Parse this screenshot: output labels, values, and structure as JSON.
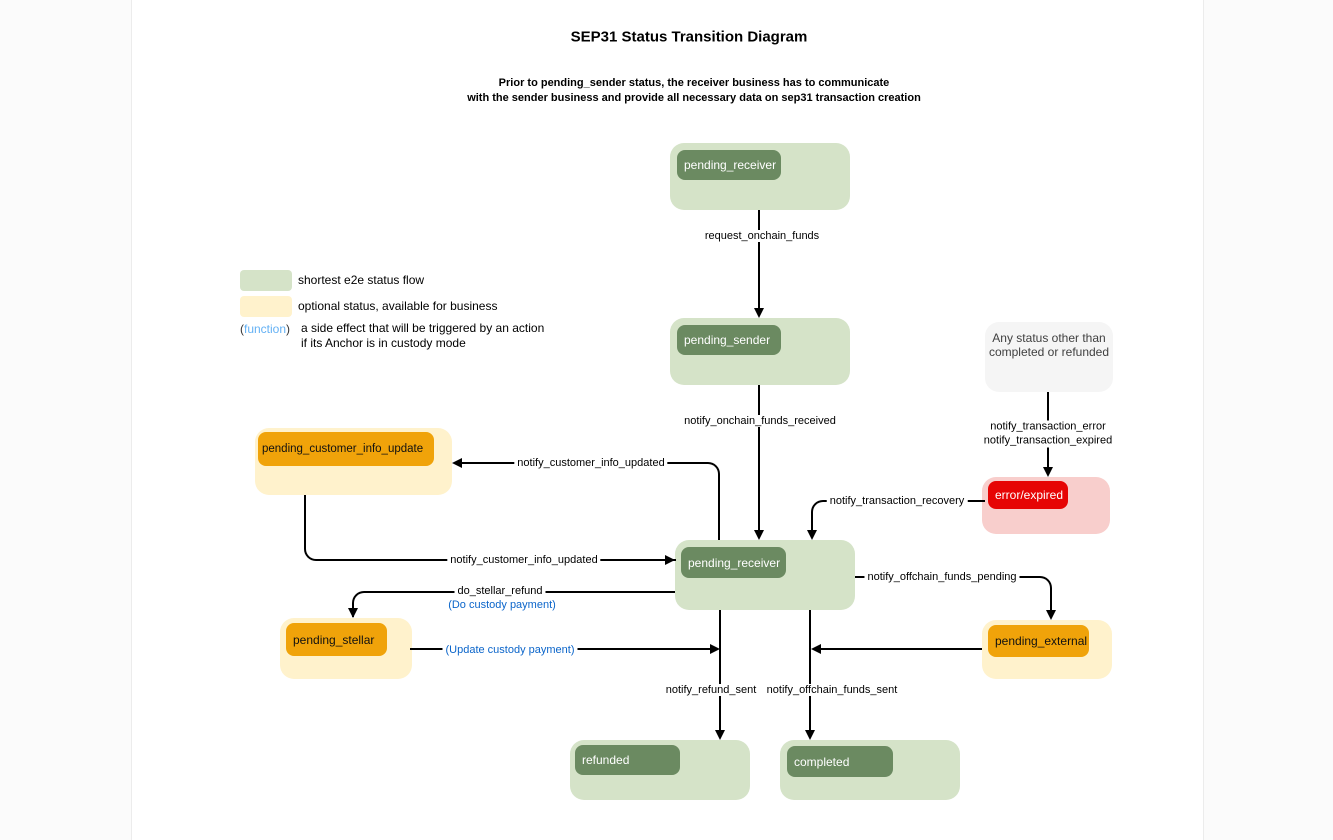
{
  "title": "SEP31 Status Transition Diagram",
  "subtitle": {
    "line1": "Prior to pending_sender status, the receiver business has to communicate",
    "line2": "with the sender business and provide all necessary data on sep31 transaction creation"
  },
  "legend": {
    "shortest_flow": "shortest e2e status flow",
    "optional_status": "optional status, available for business",
    "fn_open": "(",
    "fn_word": "function",
    "fn_close": ")",
    "desc1": "a side effect that will be triggered by an action",
    "desc2": "if its Anchor is in custody mode"
  },
  "colors": {
    "flow_green_bg": "#d5e3c8",
    "flow_green_badge": "#6b8a61",
    "optional_yellow_bg": "#fff2cc",
    "optional_orange_badge": "#f0a30a",
    "error_pink_bg": "#f8cecc",
    "error_red_badge": "#e60505",
    "neutral_gray_bg": "#f5f5f5",
    "function_blue": "#64b1f4",
    "custody_blue": "#0b65ca"
  },
  "nodes": {
    "pending_receiver_top": "pending_receiver",
    "pending_sender": "pending_sender",
    "any_status": {
      "line1": "Any status other than",
      "line2": "completed or refunded"
    },
    "error_expired": "error/expired",
    "pending_customer_info_update": "pending_customer_info_update",
    "pending_receiver_mid": "pending_receiver",
    "pending_stellar": "pending_stellar",
    "pending_external": "pending_external",
    "refunded": "refunded",
    "completed": "completed"
  },
  "edges": {
    "request_onchain_funds": "request_onchain_funds",
    "notify_onchain_funds_received": "notify_onchain_funds_received",
    "notify_transaction_error": "notify_transaction_error",
    "notify_transaction_expired": "notify_transaction_expired",
    "notify_transaction_recovery": "notify_transaction_recovery",
    "notify_customer_info_updated_upper": "notify_customer_info_updated",
    "notify_customer_info_updated_lower": "notify_customer_info_updated",
    "do_stellar_refund": "do_stellar_refund",
    "do_custody_payment": "(Do custody payment)",
    "update_custody_payment": "(Update custody payment)",
    "notify_offchain_funds_pending": "notify_offchain_funds_pending",
    "notify_refund_sent": "notify_refund_sent",
    "notify_offchain_funds_sent": "notify_offchain_funds_sent"
  }
}
